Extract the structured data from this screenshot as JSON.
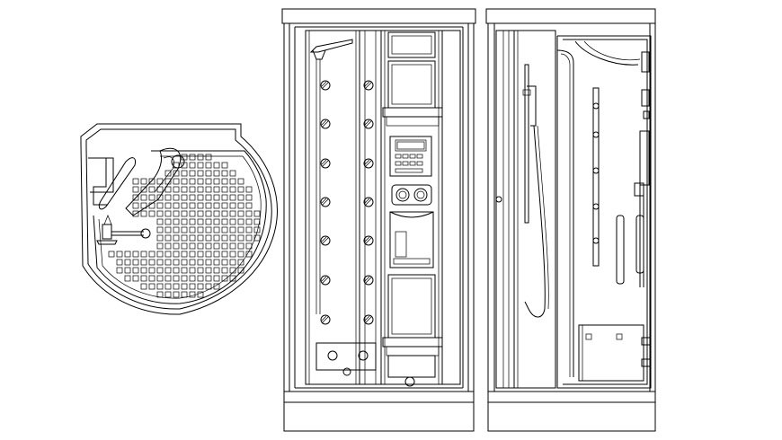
{
  "drawing": {
    "line_color": "#000000",
    "background_color": "#ffffff"
  },
  "views": [
    {
      "id": "plan",
      "kind": "shower tray plan view"
    },
    {
      "id": "front",
      "kind": "steam shower front elevation"
    },
    {
      "id": "side",
      "kind": "steam shower side elevation"
    }
  ]
}
